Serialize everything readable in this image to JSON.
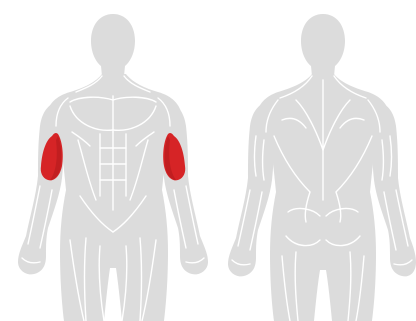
{
  "muscle_map": {
    "views": [
      "front",
      "back"
    ],
    "highlighted_muscles": [
      "biceps-left",
      "biceps-right"
    ],
    "highlighted_view": "front",
    "colors": {
      "background": "#ffffff",
      "body": "#dcdcdc",
      "muscle_lines": "#ffffff",
      "highlight": "#d62426",
      "highlight_dark": "#a8181b"
    }
  }
}
